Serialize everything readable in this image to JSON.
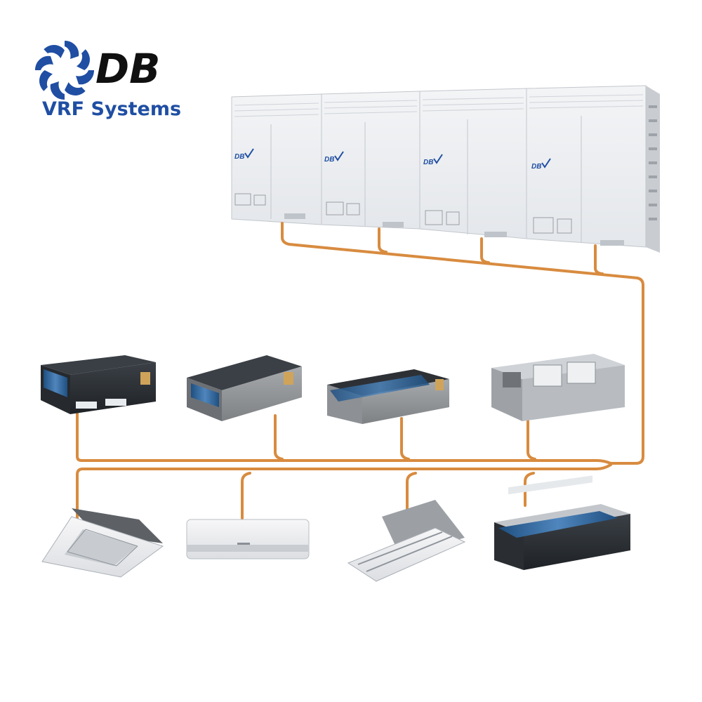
{
  "brand": {
    "logo_text": "DB",
    "title": "VRF Systems",
    "logo_icon": "fan-blades-icon"
  },
  "colors": {
    "brand_blue": "#1f4ea3",
    "logo_dark": "#101010",
    "pipe": "#d88b3f",
    "panel": "#eef0f3",
    "panel_shade": "#d9dde3",
    "unit_dark": "#2f3338",
    "coil_blue": "#2a5c93"
  },
  "outdoor_units": [
    {
      "badge": "DB",
      "name": "outdoor-unit-1"
    },
    {
      "badge": "DB",
      "name": "outdoor-unit-2"
    },
    {
      "badge": "DB",
      "name": "outdoor-unit-3"
    },
    {
      "badge": "DB",
      "name": "outdoor-unit-4"
    }
  ],
  "indoor_units_row1": [
    "ducted-unit-dark",
    "ducted-unit-slim",
    "ducted-unit-low-profile",
    "ducted-unit-high-static"
  ],
  "indoor_units_row2": [
    "cassette-4-way",
    "wall-mounted-split",
    "cassette-1-way",
    "ducted-unit-blue-coil"
  ]
}
